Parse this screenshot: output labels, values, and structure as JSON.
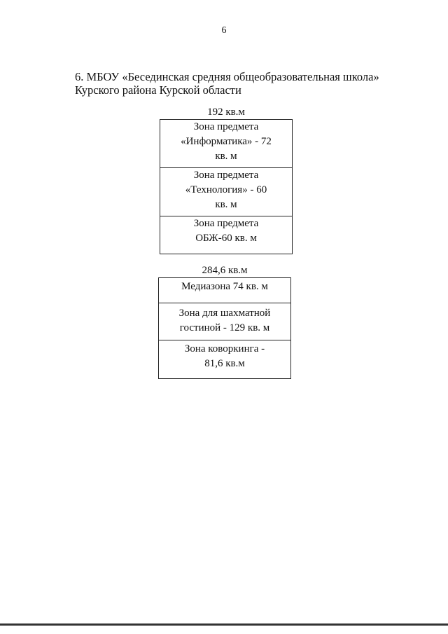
{
  "page_number": "6",
  "heading": {
    "line1": "6. МБОУ «Бесединская средняя общеобразовательная школа»",
    "line2": "Курского района Курской области"
  },
  "block1": {
    "total": "192 кв.м",
    "zones": [
      {
        "lines": [
          "Зона предмета",
          "«Информатика» - 72",
          "кв. м"
        ]
      },
      {
        "lines": [
          "Зона предмета",
          "«Технология» - 60",
          "кв. м"
        ]
      },
      {
        "lines": [
          "Зона предмета",
          "ОБЖ-60 кв. м"
        ]
      }
    ]
  },
  "block2": {
    "total": "284,6 кв.м",
    "zones": [
      {
        "lines": [
          "Медиазона 74 кв. м"
        ]
      },
      {
        "lines": [
          "Зона для шахматной",
          "гостиной - 129 кв. м"
        ]
      },
      {
        "lines": [
          "Зона коворкинга -",
          "81,6 кв.м"
        ]
      }
    ]
  }
}
